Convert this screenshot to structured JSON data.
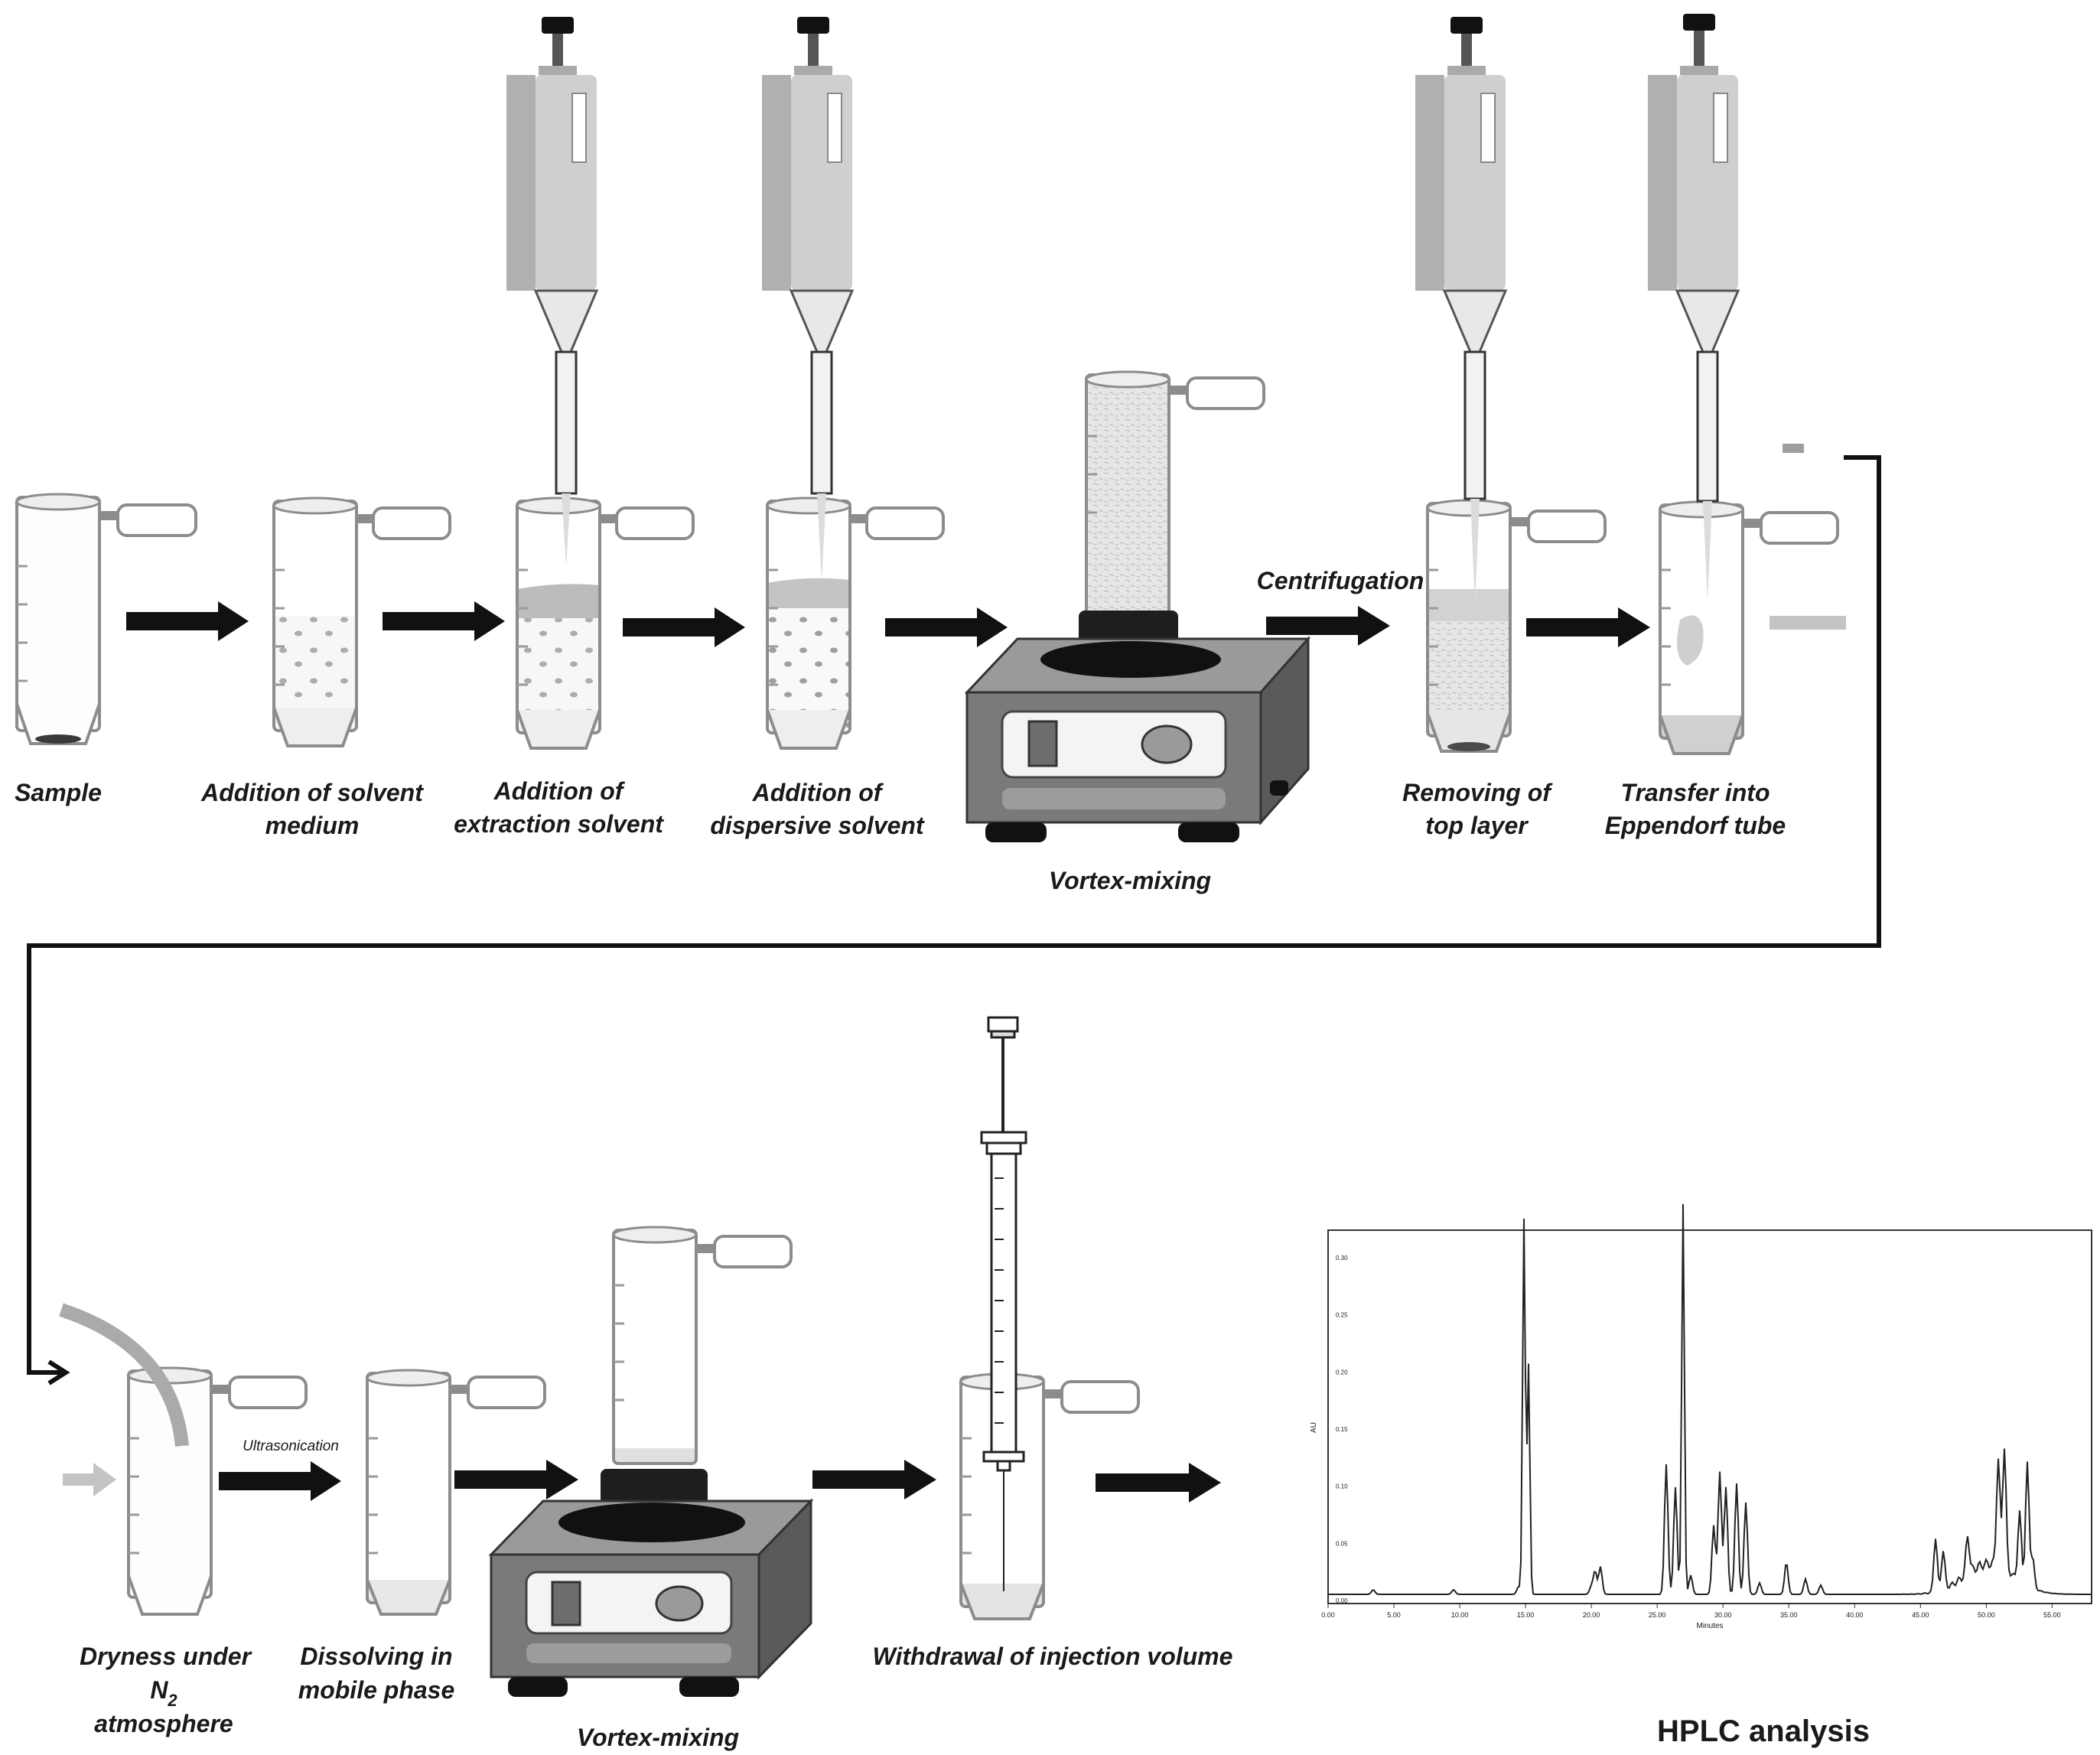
{
  "steps_row1": [
    {
      "label": [
        "Sample"
      ]
    },
    {
      "label": [
        "Addition of solvent",
        "medium"
      ]
    },
    {
      "label": [
        "Addition of",
        "extraction solvent"
      ]
    },
    {
      "label": [
        "Addition of",
        "dispersive solvent"
      ]
    },
    {
      "label": [
        "Vortex-mixing"
      ]
    },
    {
      "label": [
        "Removing of",
        "top layer"
      ]
    },
    {
      "label": [
        "Transfer into",
        "Eppendorf tube"
      ]
    }
  ],
  "arrow_labels": {
    "centrifugation": "Centrifugation",
    "ultrasonication": "Ultrasonication"
  },
  "steps_row2": [
    {
      "label": [
        "Dryness under",
        "N",
        "2",
        "atmosphere"
      ]
    },
    {
      "label": [
        "Dissolving in",
        "mobile phase"
      ]
    },
    {
      "label": [
        "Vortex-mixing"
      ]
    },
    {
      "label": [
        "Withdrawal of injection volume"
      ]
    }
  ],
  "hplc": {
    "caption": "HPLC analysis",
    "ylabel": "AU",
    "xlabel": "Minutes",
    "x_ticks": [
      "0.00",
      "5.00",
      "10.00",
      "15.00",
      "20.00",
      "25.00",
      "30.00",
      "35.00",
      "40.00",
      "45.00",
      "50.00",
      "55.00"
    ],
    "y_ticks": [
      "0.00",
      "0.05",
      "0.10",
      "0.15",
      "0.20",
      "0.25",
      "0.30"
    ]
  },
  "colors": {
    "arrow": "#111111",
    "tube_outline": "#888888",
    "pipette": "#c8c8c8",
    "vortex_body": "#7a7a7a",
    "vortex_top": "#1e1e1e"
  }
}
